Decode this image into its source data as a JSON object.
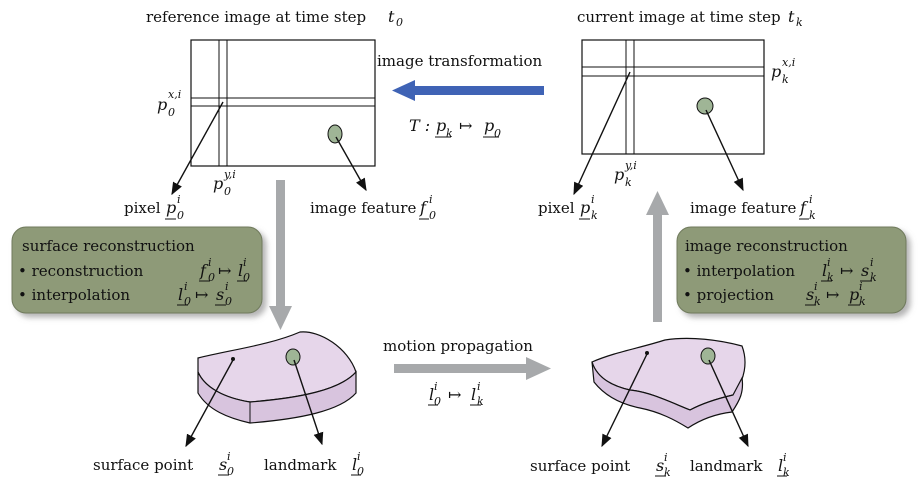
{
  "top": {
    "left_title": "reference image at time step",
    "left_time": "t",
    "left_time_sub": "0",
    "right_title": "current image at time step",
    "right_time": "t",
    "right_time_sub": "k"
  },
  "transform": {
    "label": "image transformation",
    "formula_T": "T :",
    "formula_pk": "p",
    "formula_pk_sub": "k",
    "formula_map": "↦",
    "formula_p0": "p",
    "formula_p0_sub": "0"
  },
  "left_image": {
    "px_label": "p",
    "px_sup": "x,i",
    "px_sub": "0",
    "py_label": "p",
    "py_sup": "y,i",
    "py_sub": "0",
    "pixel_text": "pixel",
    "pixel_sym": "p",
    "pixel_sup": "i",
    "pixel_sub": "0",
    "feature_text": "image feature",
    "feature_sym": "f",
    "feature_sup": "i",
    "feature_sub": "0"
  },
  "right_image": {
    "px_label": "p",
    "px_sup": "x,i",
    "px_sub": "k",
    "py_label": "p",
    "py_sup": "y,i",
    "py_sub": "k",
    "pixel_text": "pixel",
    "pixel_sym": "p",
    "pixel_sup": "i",
    "pixel_sub": "k",
    "feature_text": "image feature",
    "feature_sym": "f",
    "feature_sup": "i",
    "feature_sub": "k"
  },
  "surface_box": {
    "title": "surface reconstruction",
    "line1_text": "• reconstruction",
    "line1_a": "f",
    "line1_a_sup": "i",
    "line1_a_sub": "0",
    "line1_map": "↦",
    "line1_b": "l",
    "line1_b_sup": "i",
    "line1_b_sub": "0",
    "line2_text": "• interpolation",
    "line2_a": "l",
    "line2_a_sup": "i",
    "line2_a_sub": "0",
    "line2_map": "↦",
    "line2_b": "s",
    "line2_b_sup": "i",
    "line2_b_sub": "0"
  },
  "image_box": {
    "title": "image reconstruction",
    "line1_text": "• interpolation",
    "line1_a": "l",
    "line1_a_sup": "i",
    "line1_a_sub": "k",
    "line1_map": "↦",
    "line1_b": "s",
    "line1_b_sup": "i",
    "line1_b_sub": "k",
    "line2_text": "• projection",
    "line2_a": "s",
    "line2_a_sup": "i",
    "line2_a_sub": "k",
    "line2_map": "↦",
    "line2_b": "p",
    "line2_b_sup": "i",
    "line2_b_sub": "k"
  },
  "motion": {
    "label": "motion propagation",
    "a": "l",
    "a_sup": "i",
    "a_sub": "0",
    "map": "↦",
    "b": "l",
    "b_sup": "i",
    "b_sub": "k"
  },
  "left_surface": {
    "point_text": "surface point",
    "point_sym": "s",
    "point_sup": "i",
    "point_sub": "0",
    "landmark_text": "landmark",
    "landmark_sym": "l",
    "landmark_sup": "i",
    "landmark_sub": "0"
  },
  "right_surface": {
    "point_text": "surface point",
    "point_sym": "s",
    "point_sup": "i",
    "point_sub": "k",
    "landmark_text": "landmark",
    "landmark_sym": "l",
    "landmark_sup": "i",
    "landmark_sub": "k"
  },
  "colors": {
    "box_fill": "#8e9a78",
    "blue_arrow": "#3f63b5",
    "gray_arrow": "#a7a9ab",
    "surface_fill": "#e6d6ea",
    "feature_fill": "#9fb596"
  }
}
